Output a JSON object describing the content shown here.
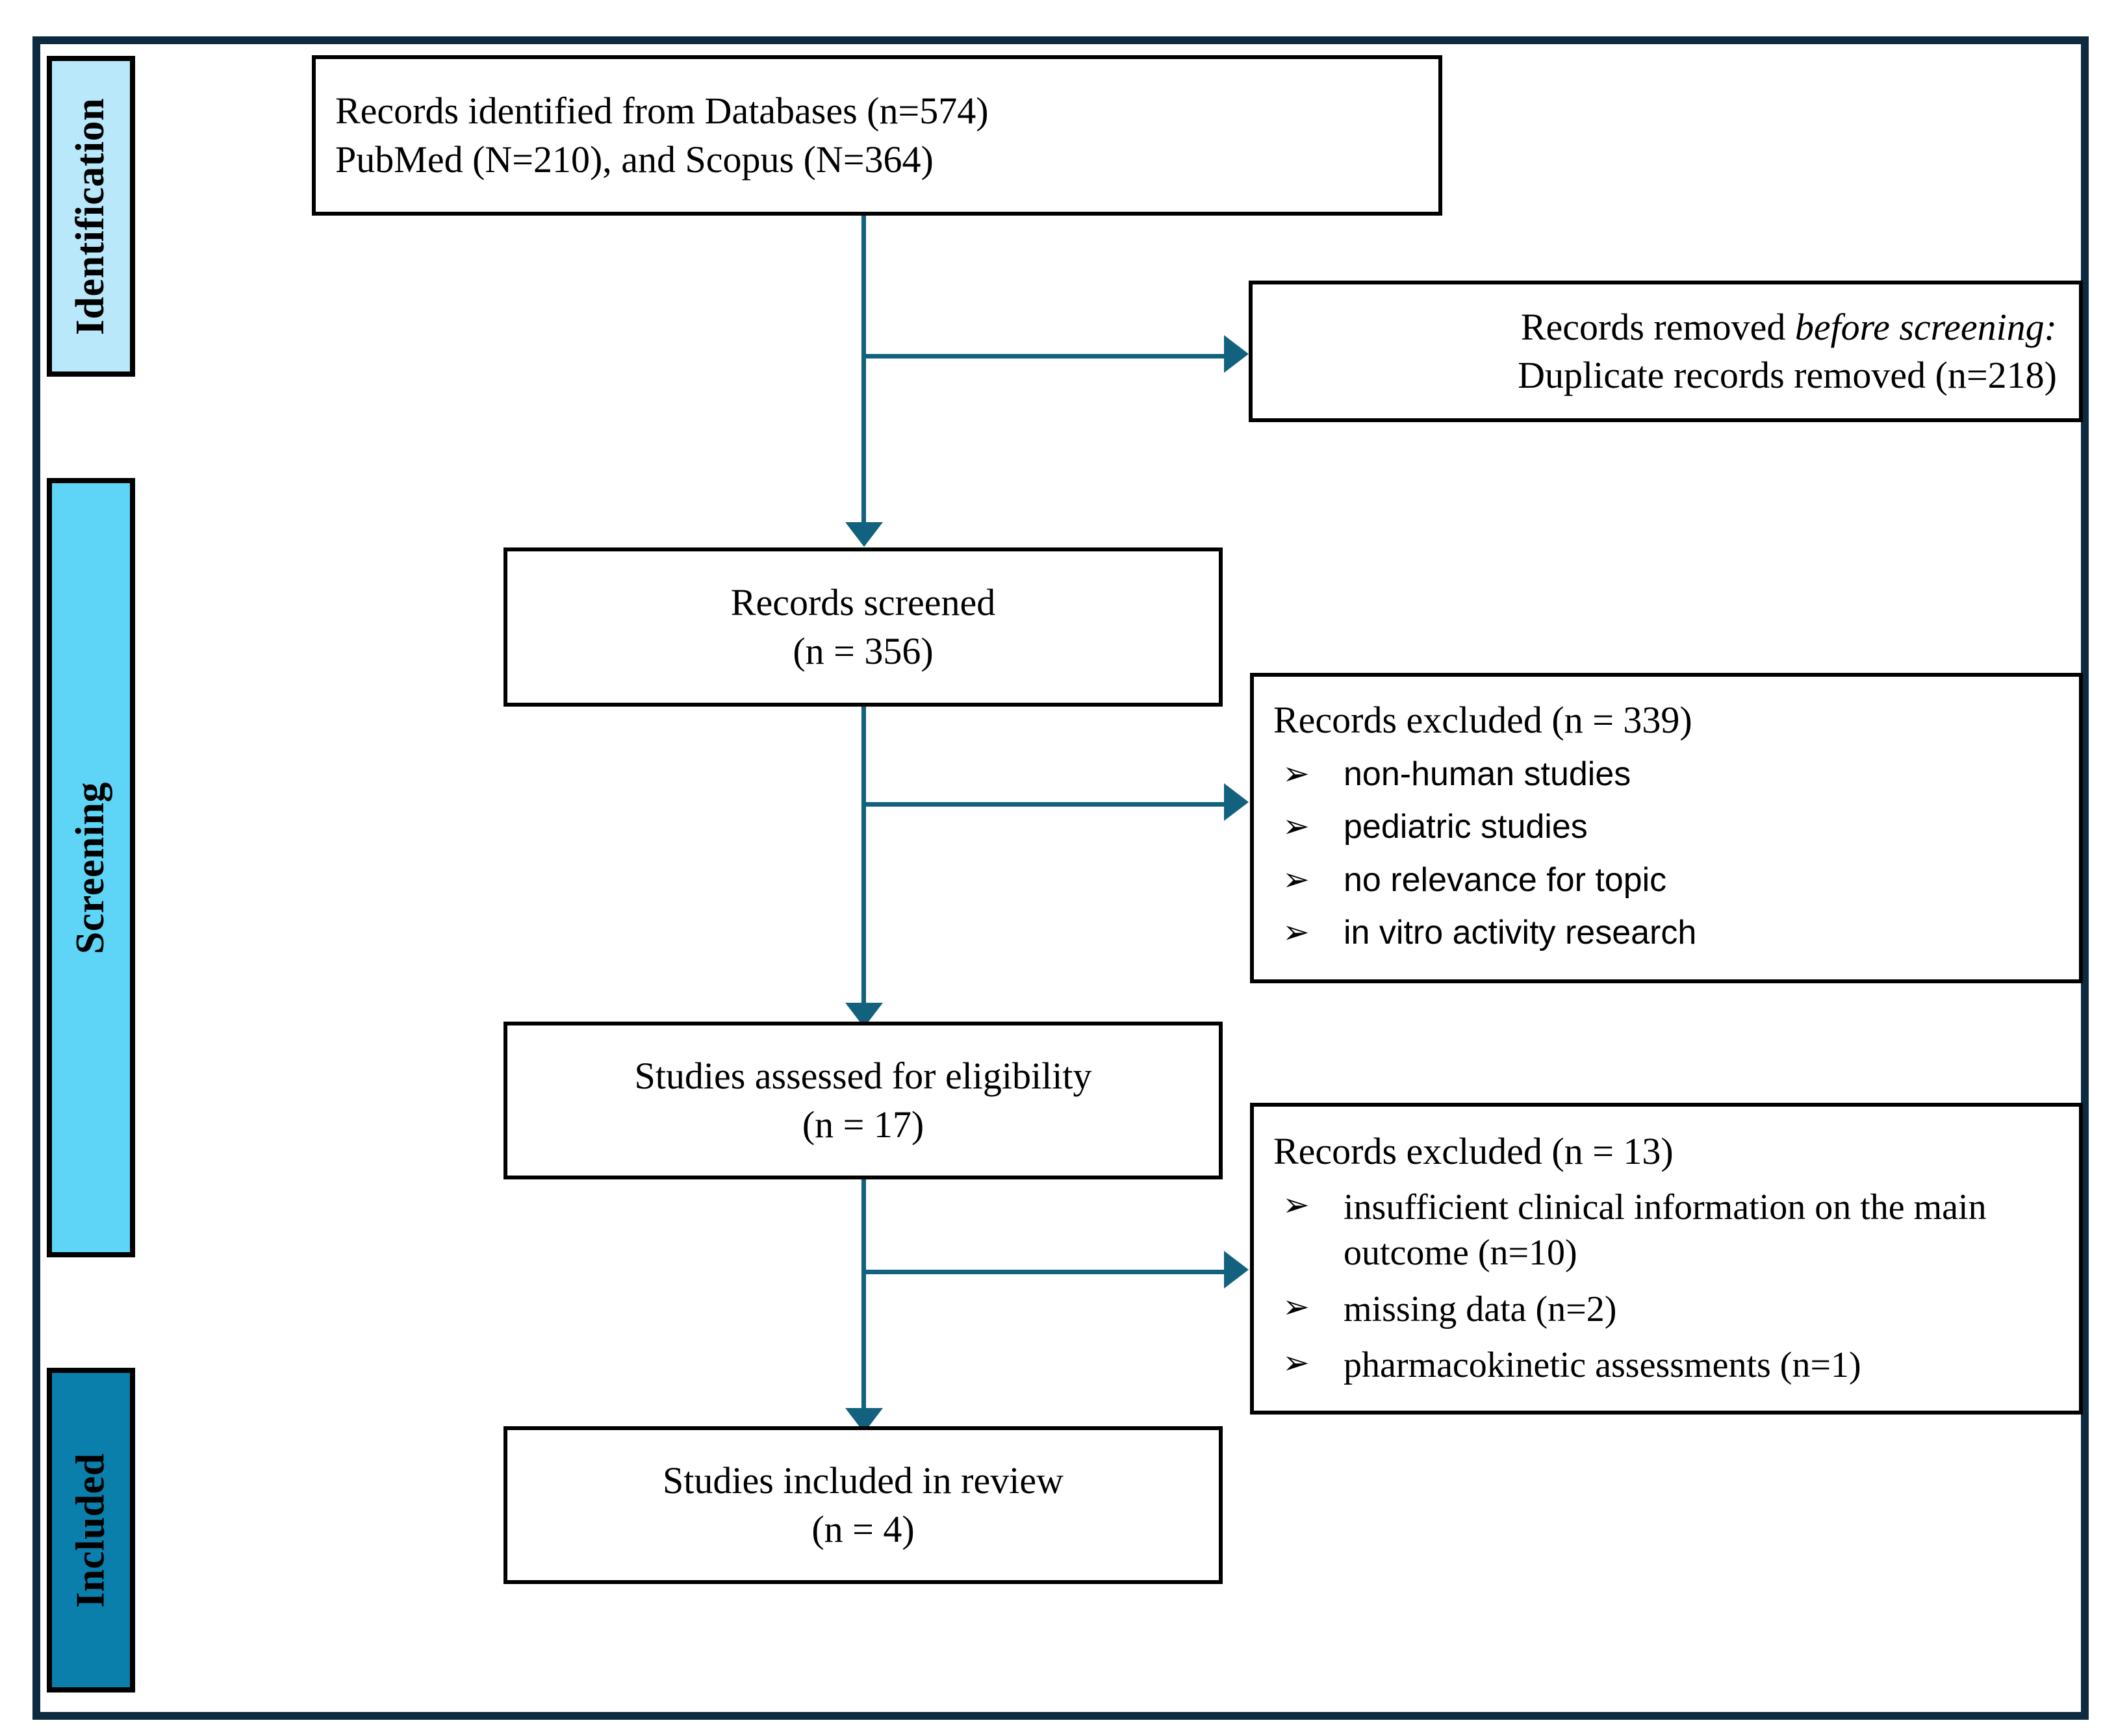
{
  "diagram": {
    "title": "PRISMA flow diagram",
    "colors": {
      "frame": "#0d2a40",
      "connector": "#12627f",
      "box_border": "#000000",
      "stage_identification_fill": "#b9e8fa",
      "stage_screening_fill": "#5ed5f7",
      "stage_included_fill": "#0a7fac"
    },
    "stages": [
      {
        "id": "identification",
        "label": "Identification"
      },
      {
        "id": "screening",
        "label": "Screening"
      },
      {
        "id": "included",
        "label": "Included"
      }
    ],
    "boxes": {
      "identified": {
        "line1": "Records identified from Databases (n=574)",
        "line2": "PubMed (N=210), and Scopus (N=364)"
      },
      "removed_before_screening": {
        "line1_prefix": "Records removed ",
        "line1_italic": "before screening:",
        "line2": "Duplicate records removed (n=218)"
      },
      "records_screened": {
        "line1": "Records screened",
        "line2": "(n = 356)"
      },
      "excluded_screening": {
        "heading": "Records excluded (n = 339)",
        "marker": "➢",
        "items": [
          "non-human studies",
          "pediatric studies",
          "no relevance for topic",
          "in vitro activity research"
        ]
      },
      "assessed_eligibility": {
        "line1": "Studies assessed for eligibility",
        "line2": "(n = 17)"
      },
      "excluded_eligibility": {
        "heading": "Records excluded (n = 13)",
        "marker": "➢",
        "items": [
          "insufficient clinical information on the main outcome (n=10)",
          "missing data (n=2)",
          "pharmacokinetic assessments (n=1)"
        ]
      },
      "included_review": {
        "line1": "Studies included in review",
        "line2": "(n = 4)"
      }
    }
  }
}
